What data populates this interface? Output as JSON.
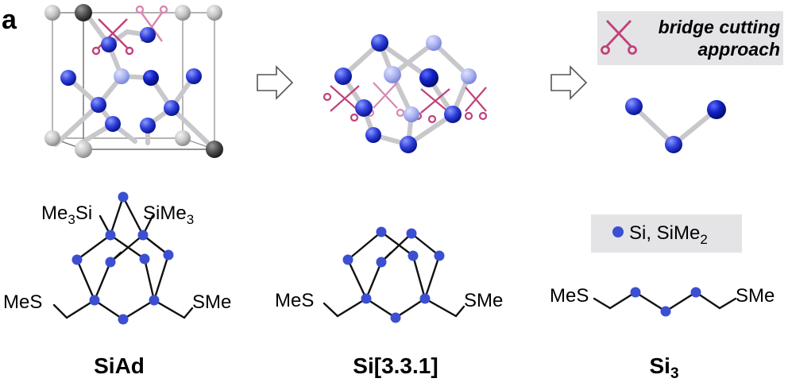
{
  "panel_label": "a",
  "callout": {
    "line1": "bridge cutting",
    "line2": "approach"
  },
  "legend": {
    "main": "Si, SiMe",
    "sub": "2"
  },
  "substituents": {
    "tms_left_main": "Me",
    "tms_left_sub": "3",
    "tms_left_tail": "Si",
    "tms_right_main": "SiMe",
    "tms_right_sub": "3",
    "mes_left": "MeS",
    "sme_right": "SMe"
  },
  "captions": {
    "siad": "SiAd",
    "si331": "Si[3.3.1]",
    "si3_main": "Si",
    "si3_sub": "3"
  },
  "colors": {
    "silicon": "#3b4fd0",
    "silicon_dark": "#0c1aa8",
    "silicon_light": "#9aa4e8",
    "scissors": "#c1417a",
    "callout_bg": "#e4e4e6",
    "bond": "#111111"
  }
}
